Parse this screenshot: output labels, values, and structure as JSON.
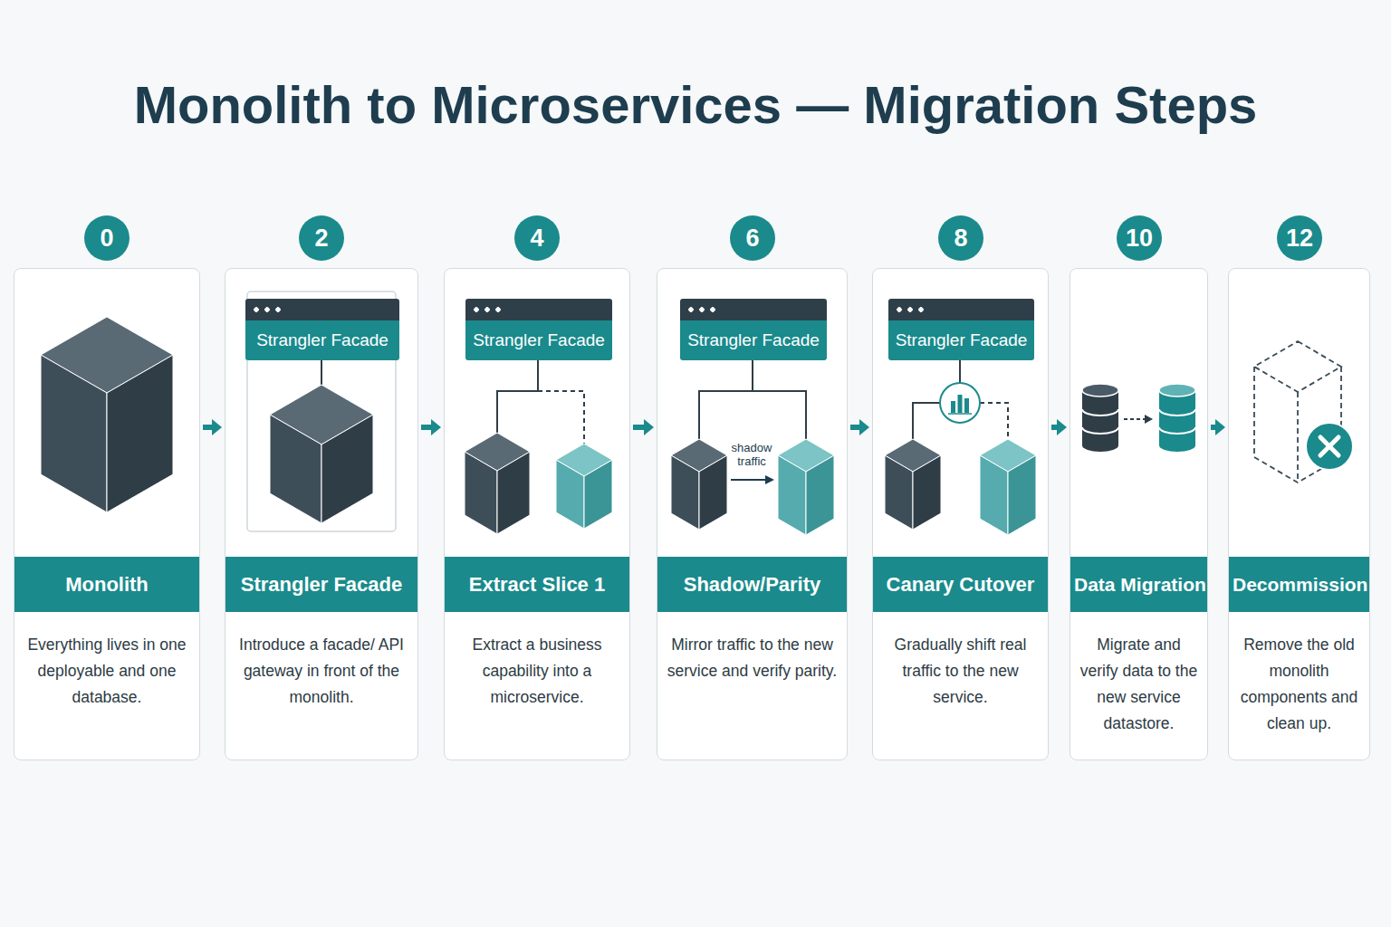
{
  "diagram": {
    "title": "Monolith to Microservices — Migration Steps",
    "nodes": [
      {
        "text": [
          "0"
        ]
      },
      {
        "text": [
          "Monolith",
          "Everything lives in one deployable and one database."
        ]
      },
      {
        "text": [
          "2"
        ]
      },
      {
        "text": [
          "Strangler Facade",
          "Introduce a facade/ API gateway in front of the monolith."
        ]
      },
      {
        "text": [
          "Strangler Facade"
        ],
        "in": 3
      },
      {
        "text": [
          "4"
        ]
      },
      {
        "text": [
          "Extract Slice 1",
          "Extract a business capability into a microservice."
        ]
      },
      {
        "text": [
          "Strangler Facade"
        ],
        "in": 6
      },
      {
        "text": [
          "6"
        ]
      },
      {
        "text": [
          "Shadow/Parity",
          "Mirror traffic to the new service and verify parity."
        ]
      },
      {
        "text": [
          "Strangler Facade"
        ],
        "in": 9
      },
      {
        "text": [
          "8"
        ]
      },
      {
        "text": [
          "Canary Cutover",
          "Gradually shift real traffic to the new service."
        ]
      },
      {
        "text": [
          "Strangler Facade"
        ],
        "in": 12
      },
      {
        "text": [
          "10"
        ]
      },
      {
        "text": [
          "Data Migration",
          "Migrate and verify data to the new service datastore."
        ]
      },
      {
        "text": [
          "12"
        ]
      },
      {
        "text": [
          "Decommission",
          "Remove the old monolith components and clean up."
        ]
      }
    ],
    "edges": [
      {
        "from": 1,
        "to": 3,
        "arrow": "to"
      },
      {
        "from": 3,
        "to": 6,
        "arrow": "to"
      },
      {
        "from": 6,
        "to": 9,
        "arrow": "to"
      },
      {
        "from": 9,
        "to": 12,
        "arrow": "to"
      },
      {
        "from": 12,
        "to": 15,
        "arrow": "to"
      },
      {
        "from": 15,
        "to": 17,
        "arrow": "to"
      }
    ],
    "labels": [
      "shadow traffic"
    ]
  }
}
